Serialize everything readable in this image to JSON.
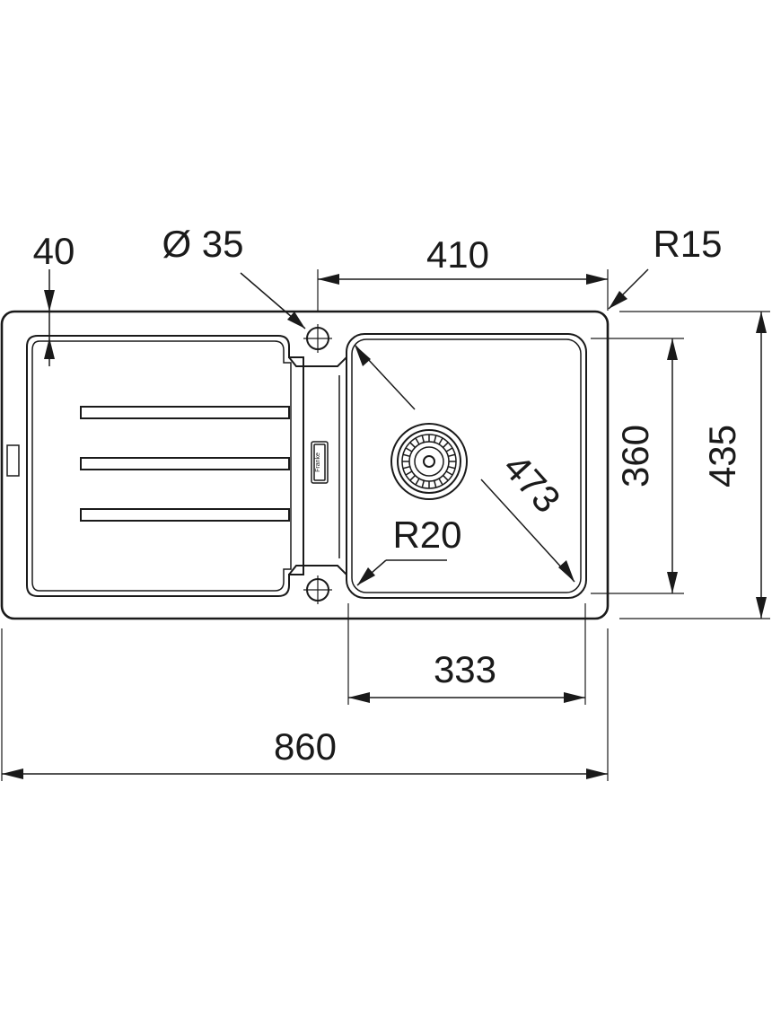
{
  "diagram": {
    "dimensions": {
      "overall_width": "860",
      "overall_depth": "435",
      "bowl_width": "410",
      "bowl_depth": "360",
      "bowl_base_width": "333",
      "bowl_diagonal": "473",
      "drainer_offset": "40",
      "tap_hole_diameter": "Ø 35",
      "outer_corner_radius": "R15",
      "bowl_corner_radius": "R20"
    },
    "logo_text": "Franke",
    "colors": {
      "line": "#1a1a1a",
      "background": "#ffffff"
    }
  }
}
